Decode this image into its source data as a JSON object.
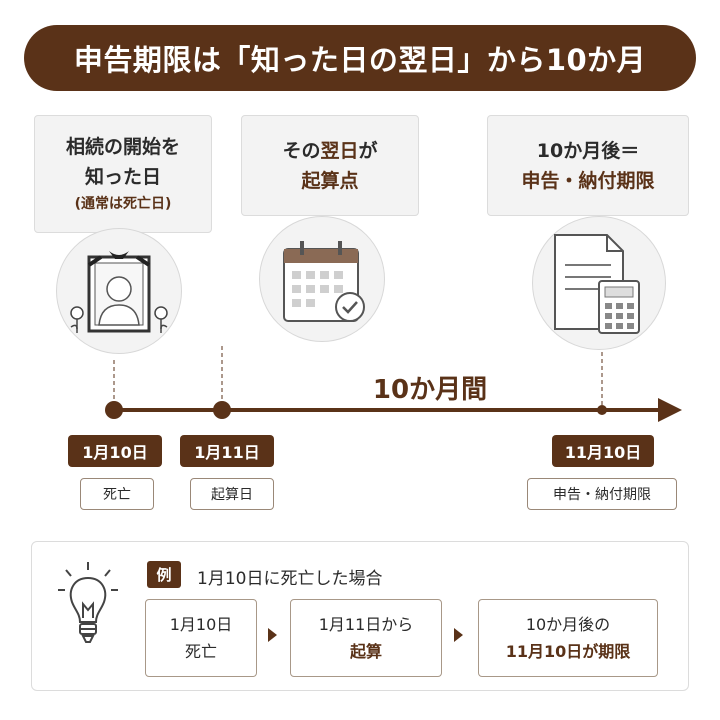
{
  "title": "申告期限は「知った日の翌日」から10か月",
  "cards": {
    "start": {
      "line1": "相続の開始を",
      "line2": "知った日",
      "note": "(通常は死亡日)"
    },
    "next": {
      "line1_a": "その",
      "line1_b": "翌日",
      "line1_c": "が",
      "line2": "起算点"
    },
    "end": {
      "line1": "10か月後＝",
      "line2": "申告・納付期限"
    }
  },
  "timeline": {
    "period_label": "10か月間",
    "points": [
      {
        "date": "1月10日",
        "label": "死亡"
      },
      {
        "date": "1月11日",
        "label": "起算日"
      },
      {
        "date": "11月10日",
        "label": "申告・納付期限"
      }
    ]
  },
  "example": {
    "tag": "例",
    "title": "1月10日に死亡した場合",
    "steps": [
      {
        "line1": "1月10日",
        "line2": "死亡"
      },
      {
        "line1": "1月11日から",
        "line2": "起算"
      },
      {
        "line1": "10か月後の",
        "line2": "11月10日が期限"
      }
    ]
  },
  "colors": {
    "accent": "#5a3218",
    "card_bg": "#f3f3f3",
    "line": "#5a3218"
  },
  "icons": {
    "start": "memorial-portrait-icon",
    "next": "calendar-check-icon",
    "end": "document-calculator-icon",
    "example": "lightbulb-icon"
  }
}
